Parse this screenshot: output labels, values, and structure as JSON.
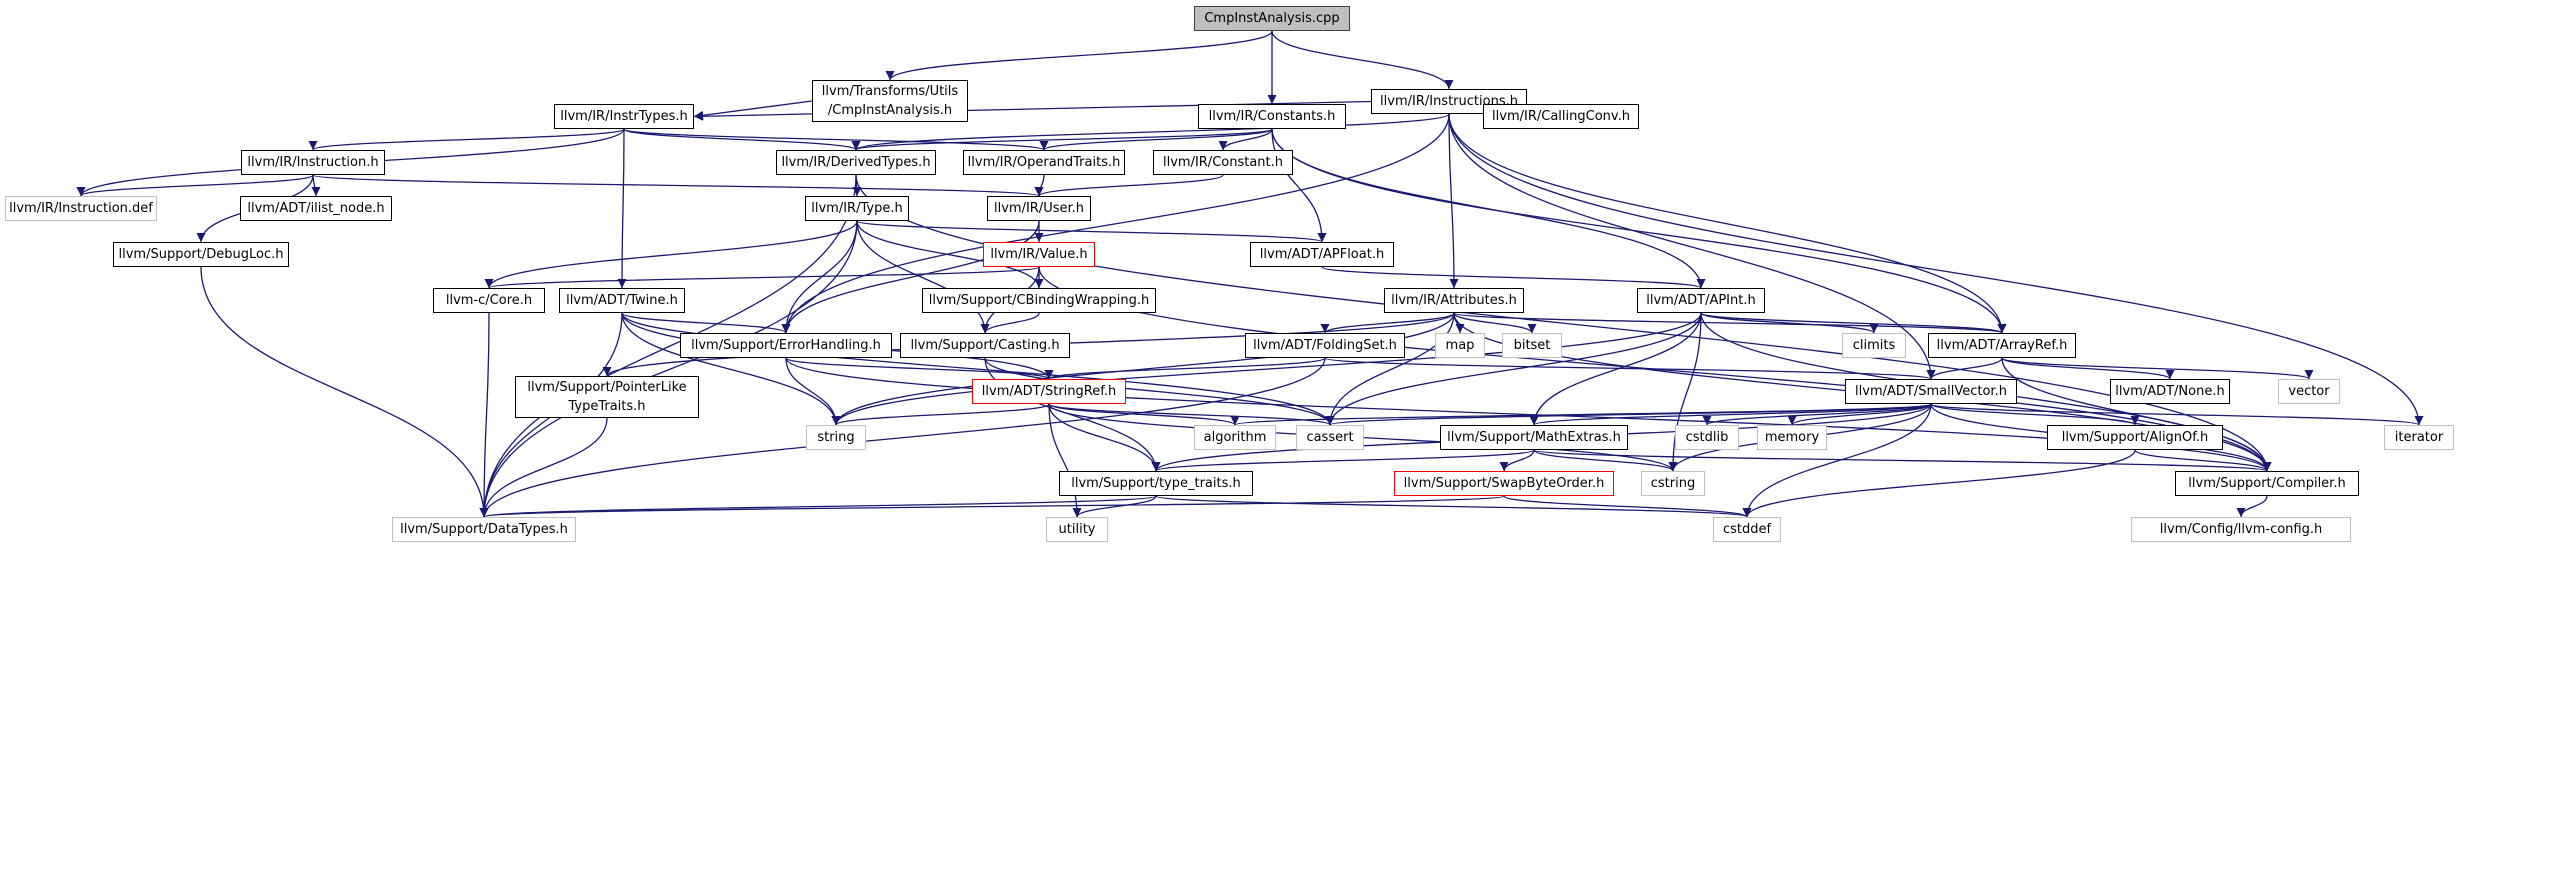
{
  "title": "CmpInstAnalysis.cpp",
  "colors": {
    "edge": "#191970",
    "border": "#000000",
    "root_fill": "#bfbfbf",
    "system_border": "#bfbfbf",
    "incomplete_border": "#ff0000"
  },
  "nodes": {
    "cmpinstanalysis_cpp": "CmpInstAnalysis.cpp",
    "transforms_cmpinstanalysis_h": "llvm/Transforms/Utils\n/CmpInstAnalysis.h",
    "ir_instructions_h": "llvm/IR/Instructions.h",
    "ir_instrtypes_h": "llvm/IR/InstrTypes.h",
    "ir_constants_h": "llvm/IR/Constants.h",
    "ir_callingconv_h": "llvm/IR/CallingConv.h",
    "ir_instruction_h": "llvm/IR/Instruction.h",
    "ir_derivedtypes_h": "llvm/IR/DerivedTypes.h",
    "ir_operandtraits_h": "llvm/IR/OperandTraits.h",
    "ir_constant_h": "llvm/IR/Constant.h",
    "ir_instruction_def": "llvm/IR/Instruction.def",
    "adt_ilist_node_h": "llvm/ADT/ilist_node.h",
    "ir_type_h": "llvm/IR/Type.h",
    "ir_user_h": "llvm/IR/User.h",
    "support_debugloc_h": "llvm/Support/DebugLoc.h",
    "ir_value_h": "llvm/IR/Value.h",
    "adt_apfloat_h": "llvm/ADT/APFloat.h",
    "llvm_c_core_h": "llvm-c/Core.h",
    "adt_twine_h": "llvm/ADT/Twine.h",
    "support_cbindingwrapping_h": "llvm/Support/CBindingWrapping.h",
    "ir_attributes_h": "llvm/IR/Attributes.h",
    "adt_apint_h": "llvm/ADT/APInt.h",
    "support_errorhandling_h": "llvm/Support/ErrorHandling.h",
    "support_casting_h": "llvm/Support/Casting.h",
    "adt_foldingset_h": "llvm/ADT/FoldingSet.h",
    "map": "map",
    "bitset": "bitset",
    "climits": "climits",
    "adt_arrayref_h": "llvm/ADT/ArrayRef.h",
    "support_pointerliketypetraits_h": "llvm/Support/PointerLike\nTypeTraits.h",
    "adt_stringref_h": "llvm/ADT/StringRef.h",
    "adt_smallvector_h": "llvm/ADT/SmallVector.h",
    "adt_none_h": "llvm/ADT/None.h",
    "vector": "vector",
    "string": "string",
    "algorithm": "algorithm",
    "cassert": "cassert",
    "support_mathextras_h": "llvm/Support/MathExtras.h",
    "cstdlib": "cstdlib",
    "memory": "memory",
    "support_alignof_h": "llvm/Support/AlignOf.h",
    "iterator": "iterator",
    "support_swapbyteorder_h": "llvm/Support/SwapByteOrder.h",
    "cstring": "cstring",
    "support_type_traits_h": "llvm/Support/type_traits.h",
    "support_compiler_h": "llvm/Support/Compiler.h",
    "support_datatypes_h": "llvm/Support/DataTypes.h",
    "utility": "utility",
    "cstddef": "cstddef",
    "config_llvm_config_h": "llvm/Config/llvm-config.h"
  },
  "edges": [
    [
      "cmpinstanalysis_cpp",
      "transforms_cmpinstanalysis_h"
    ],
    [
      "cmpinstanalysis_cpp",
      "ir_constants_h"
    ],
    [
      "cmpinstanalysis_cpp",
      "ir_instructions_h"
    ],
    [
      "transforms_cmpinstanalysis_h",
      "ir_instrtypes_h"
    ],
    [
      "ir_instructions_h",
      "ir_instrtypes_h"
    ],
    [
      "ir_instructions_h",
      "ir_derivedtypes_h"
    ],
    [
      "ir_instructions_h",
      "ir_callingconv_h"
    ],
    [
      "ir_instructions_h",
      "ir_attributes_h"
    ],
    [
      "ir_instructions_h",
      "adt_arrayref_h"
    ],
    [
      "ir_instructions_h",
      "support_errorhandling_h"
    ],
    [
      "ir_instructions_h",
      "adt_smallvector_h"
    ],
    [
      "ir_instructions_h",
      "iterator"
    ],
    [
      "ir_instrtypes_h",
      "ir_instruction_h"
    ],
    [
      "ir_instrtypes_h",
      "ir_derivedtypes_h"
    ],
    [
      "ir_instrtypes_h",
      "ir_operandtraits_h"
    ],
    [
      "ir_instrtypes_h",
      "ir_instruction_def"
    ],
    [
      "ir_instrtypes_h",
      "adt_twine_h"
    ],
    [
      "ir_constants_h",
      "ir_derivedtypes_h"
    ],
    [
      "ir_constants_h",
      "ir_operandtraits_h"
    ],
    [
      "ir_constants_h",
      "ir_constant_h"
    ],
    [
      "ir_constants_h",
      "adt_apfloat_h"
    ],
    [
      "ir_constants_h",
      "adt_apint_h"
    ],
    [
      "ir_constants_h",
      "adt_arrayref_h"
    ],
    [
      "ir_instruction_h",
      "ir_instruction_def"
    ],
    [
      "ir_instruction_h",
      "adt_ilist_node_h"
    ],
    [
      "ir_instruction_h",
      "support_debugloc_h"
    ],
    [
      "ir_instruction_h",
      "ir_user_h"
    ],
    [
      "ir_derivedtypes_h",
      "ir_type_h"
    ],
    [
      "ir_derivedtypes_h",
      "support_compiler_h"
    ],
    [
      "ir_derivedtypes_h",
      "support_datatypes_h"
    ],
    [
      "ir_operandtraits_h",
      "ir_user_h"
    ],
    [
      "ir_constant_h",
      "ir_user_h"
    ],
    [
      "ir_type_h",
      "adt_apfloat_h"
    ],
    [
      "ir_type_h",
      "llvm_c_core_h"
    ],
    [
      "ir_type_h",
      "support_cbindingwrapping_h"
    ],
    [
      "ir_type_h",
      "support_casting_h"
    ],
    [
      "ir_type_h",
      "support_errorhandling_h"
    ],
    [
      "ir_type_h",
      "support_datatypes_h"
    ],
    [
      "ir_user_h",
      "ir_value_h"
    ],
    [
      "ir_user_h",
      "support_errorhandling_h"
    ],
    [
      "ir_value_h",
      "llvm_c_core_h"
    ],
    [
      "ir_value_h",
      "support_cbindingwrapping_h"
    ],
    [
      "ir_value_h",
      "support_casting_h"
    ],
    [
      "ir_value_h",
      "support_compiler_h"
    ],
    [
      "support_debugloc_h",
      "support_datatypes_h"
    ],
    [
      "adt_apfloat_h",
      "adt_apint_h"
    ],
    [
      "llvm_c_core_h",
      "support_datatypes_h"
    ],
    [
      "adt_twine_h",
      "support_errorhandling_h"
    ],
    [
      "adt_twine_h",
      "adt_stringref_h"
    ],
    [
      "adt_twine_h",
      "string"
    ],
    [
      "adt_twine_h",
      "cassert"
    ],
    [
      "adt_twine_h",
      "support_datatypes_h"
    ],
    [
      "support_cbindingwrapping_h",
      "support_casting_h"
    ],
    [
      "ir_attributes_h",
      "adt_arrayref_h"
    ],
    [
      "ir_attributes_h",
      "adt_foldingset_h"
    ],
    [
      "ir_attributes_h",
      "support_pointerliketypetraits_h"
    ],
    [
      "ir_attributes_h",
      "map"
    ],
    [
      "ir_attributes_h",
      "bitset"
    ],
    [
      "ir_attributes_h",
      "string"
    ],
    [
      "ir_attributes_h",
      "cassert"
    ],
    [
      "ir_attributes_h",
      "support_compiler_h"
    ],
    [
      "adt_apint_h",
      "adt_arrayref_h"
    ],
    [
      "adt_apint_h",
      "support_mathextras_h"
    ],
    [
      "adt_apint_h",
      "climits"
    ],
    [
      "adt_apint_h",
      "cassert"
    ],
    [
      "adt_apint_h",
      "cstring"
    ],
    [
      "adt_apint_h",
      "string"
    ],
    [
      "adt_apint_h",
      "support_compiler_h"
    ],
    [
      "support_errorhandling_h",
      "adt_stringref_h"
    ],
    [
      "support_errorhandling_h",
      "support_compiler_h"
    ],
    [
      "support_errorhandling_h",
      "string"
    ],
    [
      "support_casting_h",
      "support_type_traits_h"
    ],
    [
      "support_casting_h",
      "cassert"
    ],
    [
      "adt_foldingset_h",
      "adt_smallvector_h"
    ],
    [
      "adt_foldingset_h",
      "adt_stringref_h"
    ],
    [
      "adt_foldingset_h",
      "support_datatypes_h"
    ],
    [
      "adt_arrayref_h",
      "adt_smallvector_h"
    ],
    [
      "adt_arrayref_h",
      "adt_none_h"
    ],
    [
      "adt_arrayref_h",
      "vector"
    ],
    [
      "adt_arrayref_h",
      "support_compiler_h"
    ],
    [
      "support_pointerliketypetraits_h",
      "support_datatypes_h"
    ],
    [
      "adt_stringref_h",
      "support_type_traits_h"
    ],
    [
      "adt_stringref_h",
      "string"
    ],
    [
      "adt_stringref_h",
      "algorithm"
    ],
    [
      "adt_stringref_h",
      "cassert"
    ],
    [
      "adt_stringref_h",
      "cstring"
    ],
    [
      "adt_stringref_h",
      "utility"
    ],
    [
      "adt_smallvector_h",
      "support_alignof_h"
    ],
    [
      "adt_smallvector_h",
      "support_compiler_h"
    ],
    [
      "adt_smallvector_h",
      "support_mathextras_h"
    ],
    [
      "adt_smallvector_h",
      "support_type_traits_h"
    ],
    [
      "adt_smallvector_h",
      "algorithm"
    ],
    [
      "adt_smallvector_h",
      "cassert"
    ],
    [
      "adt_smallvector_h",
      "cstddef"
    ],
    [
      "adt_smallvector_h",
      "cstdlib"
    ],
    [
      "adt_smallvector_h",
      "cstring"
    ],
    [
      "adt_smallvector_h",
      "iterator"
    ],
    [
      "adt_smallvector_h",
      "memory"
    ],
    [
      "support_mathextras_h",
      "support_compiler_h"
    ],
    [
      "support_mathextras_h",
      "support_swapbyteorder_h"
    ],
    [
      "support_mathextras_h",
      "support_type_traits_h"
    ],
    [
      "support_mathextras_h",
      "cstring"
    ],
    [
      "support_alignof_h",
      "support_compiler_h"
    ],
    [
      "support_alignof_h",
      "cstddef"
    ],
    [
      "support_swapbyteorder_h",
      "support_datatypes_h"
    ],
    [
      "support_swapbyteorder_h",
      "cstddef"
    ],
    [
      "support_type_traits_h",
      "support_datatypes_h"
    ],
    [
      "support_type_traits_h",
      "utility"
    ],
    [
      "support_type_traits_h",
      "cstddef"
    ],
    [
      "support_compiler_h",
      "config_llvm_config_h"
    ]
  ]
}
